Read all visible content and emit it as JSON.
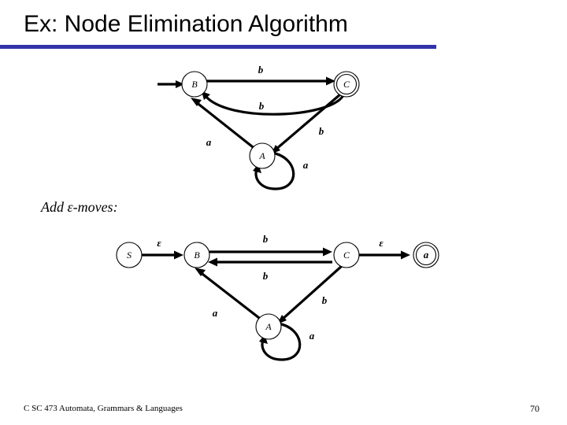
{
  "slide": {
    "title": "Ex: Node Elimination Algorithm",
    "caption": "Add ε-moves:",
    "footer": "C SC 473 Automata, Grammars & Languages",
    "page_number": "70",
    "rule_color": "#3333aa"
  },
  "diagram_top": {
    "name": "node-elimination-before",
    "states": [
      {
        "id": "B",
        "label": "B",
        "accepting": false,
        "start": true
      },
      {
        "id": "C",
        "label": "C",
        "accepting": true,
        "start": false
      },
      {
        "id": "A",
        "label": "A",
        "accepting": false,
        "start": false
      }
    ],
    "transitions": [
      {
        "from": "B",
        "to": "C",
        "label": "b",
        "shape": "straight"
      },
      {
        "from": "C",
        "to": "B",
        "label": "b",
        "shape": "curved"
      },
      {
        "from": "C",
        "to": "A",
        "label": "b",
        "shape": "straight"
      },
      {
        "from": "A",
        "to": "B",
        "label": "a",
        "shape": "straight"
      },
      {
        "from": "A",
        "to": "A",
        "label": "a",
        "shape": "self-loop"
      }
    ]
  },
  "diagram_bottom": {
    "name": "node-elimination-after-epsilon",
    "states": [
      {
        "id": "S",
        "label": "S",
        "accepting": false,
        "start": true
      },
      {
        "id": "B",
        "label": "B",
        "accepting": false,
        "start": false
      },
      {
        "id": "C",
        "label": "C",
        "accepting": false,
        "start": false
      },
      {
        "id": "F",
        "label": "a",
        "accepting": true,
        "start": false
      },
      {
        "id": "A",
        "label": "A",
        "accepting": false,
        "start": false
      }
    ],
    "transitions": [
      {
        "from": "S",
        "to": "B",
        "label": "ε",
        "shape": "straight"
      },
      {
        "from": "B",
        "to": "C",
        "label": "b",
        "shape": "straight"
      },
      {
        "from": "C",
        "to": "B",
        "label": "b",
        "shape": "straight"
      },
      {
        "from": "C",
        "to": "F",
        "label": "ε",
        "shape": "straight"
      },
      {
        "from": "C",
        "to": "A",
        "label": "b",
        "shape": "straight"
      },
      {
        "from": "A",
        "to": "B",
        "label": "a",
        "shape": "straight"
      },
      {
        "from": "A",
        "to": "A",
        "label": "a",
        "shape": "self-loop"
      }
    ]
  }
}
